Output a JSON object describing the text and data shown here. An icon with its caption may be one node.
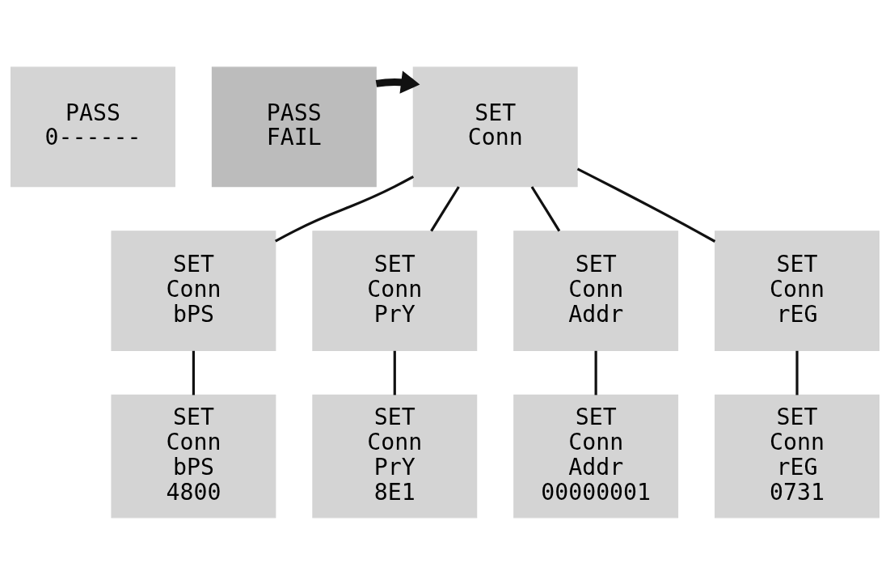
{
  "diagram": {
    "nodes": [
      {
        "text": [
          "PASS",
          "0------"
        ]
      },
      {
        "text": [
          "PASS",
          "FAIL"
        ]
      },
      {
        "text": [
          "SET",
          "Conn"
        ]
      },
      {
        "text": [
          "SET",
          "Conn",
          "bPS"
        ]
      },
      {
        "text": [
          "SET",
          "Conn",
          "PrY"
        ]
      },
      {
        "text": [
          "SET",
          "Conn",
          "Addr"
        ]
      },
      {
        "text": [
          "SET",
          "Conn",
          "rEG"
        ]
      },
      {
        "text": [
          "SET",
          "Conn",
          "bPS",
          "4800"
        ]
      },
      {
        "text": [
          "SET",
          "Conn",
          "PrY",
          "8E1"
        ]
      },
      {
        "text": [
          "SET",
          "Conn",
          "Addr",
          "00000001"
        ]
      },
      {
        "text": [
          "SET",
          "Conn",
          "rEG",
          "0731"
        ]
      }
    ],
    "edges": [
      {
        "from": 1,
        "to": 2,
        "arrow": "to",
        "style": "thick"
      },
      {
        "from": 2,
        "to": 3,
        "arrow": "none"
      },
      {
        "from": 2,
        "to": 4,
        "arrow": "none"
      },
      {
        "from": 2,
        "to": 5,
        "arrow": "none"
      },
      {
        "from": 2,
        "to": 6,
        "arrow": "none"
      },
      {
        "from": 3,
        "to": 7,
        "arrow": "none"
      },
      {
        "from": 4,
        "to": 8,
        "arrow": "none"
      },
      {
        "from": 5,
        "to": 9,
        "arrow": "none"
      },
      {
        "from": 6,
        "to": 10,
        "arrow": "none"
      }
    ]
  }
}
